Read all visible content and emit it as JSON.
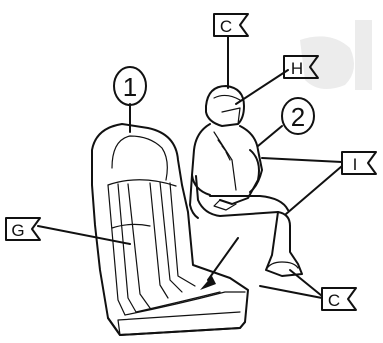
{
  "callouts": {
    "seat_number": "1",
    "figure_number": "2",
    "label_c_top": "C",
    "label_h": "H",
    "label_i": "I",
    "label_g": "G",
    "label_c_bottom": "C"
  },
  "colors": {
    "ink": "#111111",
    "paper": "#ffffff",
    "background_text": "#ececec"
  }
}
